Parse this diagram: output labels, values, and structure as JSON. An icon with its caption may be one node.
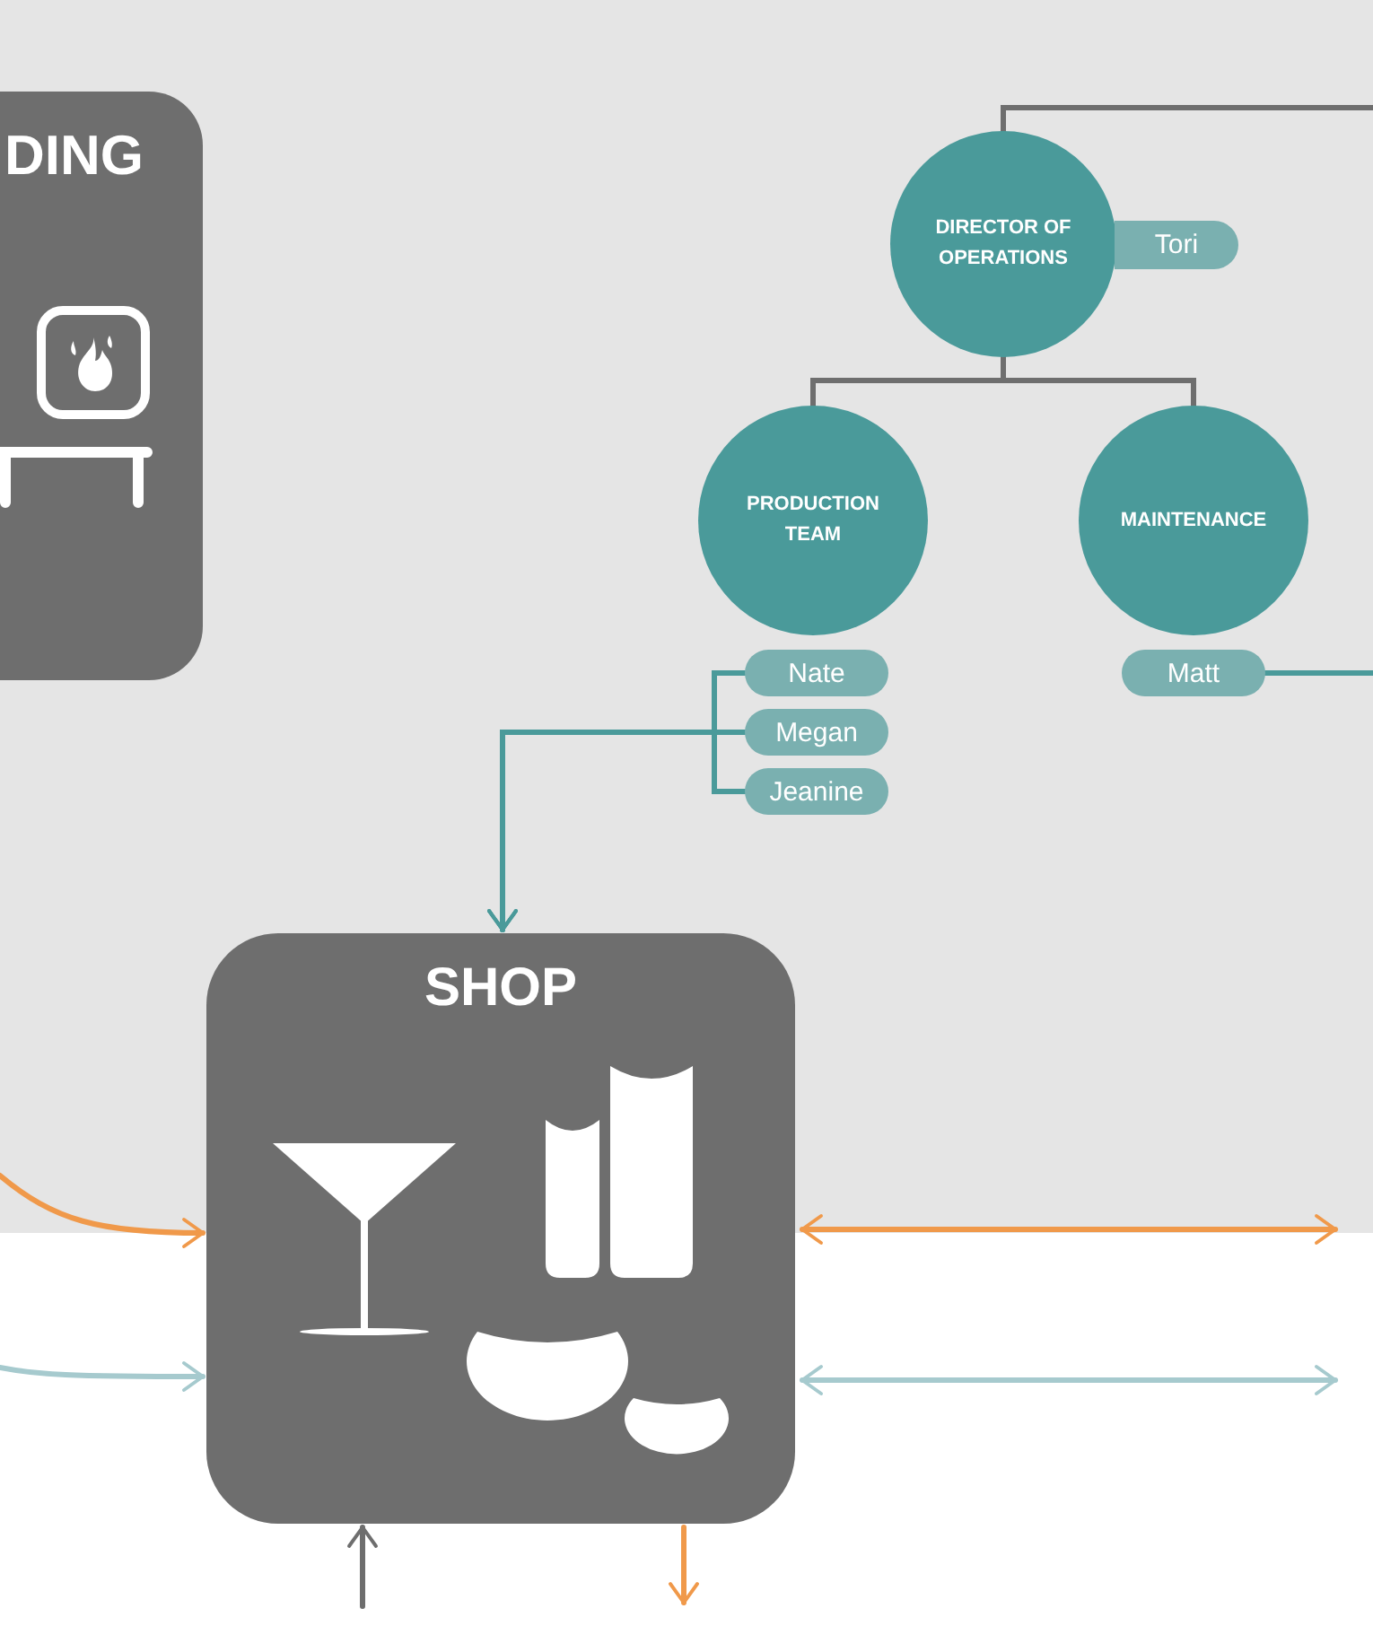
{
  "diagram": {
    "nodes": [
      {
        "text": [
          "DING"
        ]
      },
      {
        "text": [
          "DIRECTOR OF OPERATIONS"
        ]
      },
      {
        "text": [
          "Tori"
        ]
      },
      {
        "text": [
          "PRODUCTION TEAM"
        ]
      },
      {
        "text": [
          "MAINTENANCE"
        ]
      },
      {
        "text": [
          "Nate"
        ]
      },
      {
        "text": [
          "Megan"
        ]
      },
      {
        "text": [
          "Jeanine"
        ]
      },
      {
        "text": [
          "Matt"
        ]
      },
      {
        "text": [
          "SHOP"
        ]
      }
    ],
    "edges": [
      {
        "from": 1,
        "to": null,
        "arrow": "none"
      },
      {
        "from": 1,
        "to": 3,
        "arrow": "none"
      },
      {
        "from": 1,
        "to": 4,
        "arrow": "none"
      },
      {
        "from": 5,
        "to": 9,
        "arrow": "to",
        "color": "#4a9a9a"
      },
      {
        "from": 6,
        "to": 9,
        "arrow": "to",
        "color": "#4a9a9a"
      },
      {
        "from": 7,
        "to": 9,
        "arrow": "to",
        "color": "#4a9a9a"
      },
      {
        "from": 8,
        "to": null,
        "arrow": "none",
        "color": "#4a9a9a"
      },
      {
        "from": null,
        "to": 9,
        "arrow": "to",
        "color": "#f0994a"
      },
      {
        "from": null,
        "to": 9,
        "arrow": "to",
        "color": "#a6cace"
      },
      {
        "from": 9,
        "to": null,
        "arrow": "both",
        "color": "#f0994a"
      },
      {
        "from": 9,
        "to": null,
        "arrow": "both",
        "color": "#a6cace"
      },
      {
        "from": null,
        "to": 9,
        "arrow": "to"
      },
      {
        "from": 9,
        "to": null,
        "arrow": "to",
        "color": "#f0994a"
      }
    ]
  }
}
